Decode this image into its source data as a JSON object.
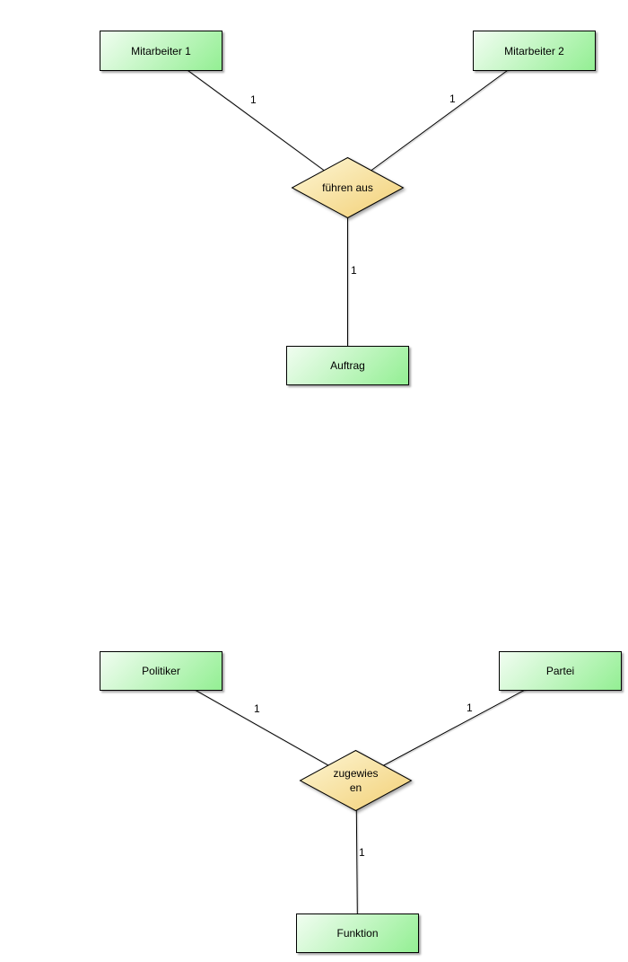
{
  "diagrams": [
    {
      "entities": [
        {
          "label": "Mitarbeiter 1"
        },
        {
          "label": "Mitarbeiter 2"
        },
        {
          "label": "Auftrag"
        }
      ],
      "relationship": {
        "lines": [
          "führen aus"
        ]
      },
      "edges": [
        {
          "from": "Mitarbeiter 1",
          "to": "führen aus",
          "cardinality": "1"
        },
        {
          "from": "Mitarbeiter 2",
          "to": "führen aus",
          "cardinality": "1"
        },
        {
          "from": "führen aus",
          "to": "Auftrag",
          "cardinality": "1"
        }
      ]
    },
    {
      "entities": [
        {
          "label": "Politiker"
        },
        {
          "label": "Partei"
        },
        {
          "label": "Funktion"
        }
      ],
      "relationship": {
        "lines": [
          "zugewies",
          "en"
        ]
      },
      "edges": [
        {
          "from": "Politiker",
          "to": "zugewiesen",
          "cardinality": "1"
        },
        {
          "from": "Partei",
          "to": "zugewiesen",
          "cardinality": "1"
        },
        {
          "from": "zugewiesen",
          "to": "Funktion",
          "cardinality": "1"
        }
      ]
    }
  ],
  "colors": {
    "bg": "#ffffff",
    "text_color": "#000000",
    "border_color": "#000000",
    "line_color": "#000000",
    "entity_light": "#f1fdf1",
    "entity_dark": "#93ef93",
    "rel_light": "#fdf6d5",
    "rel_dark": "#f2cf74"
  }
}
